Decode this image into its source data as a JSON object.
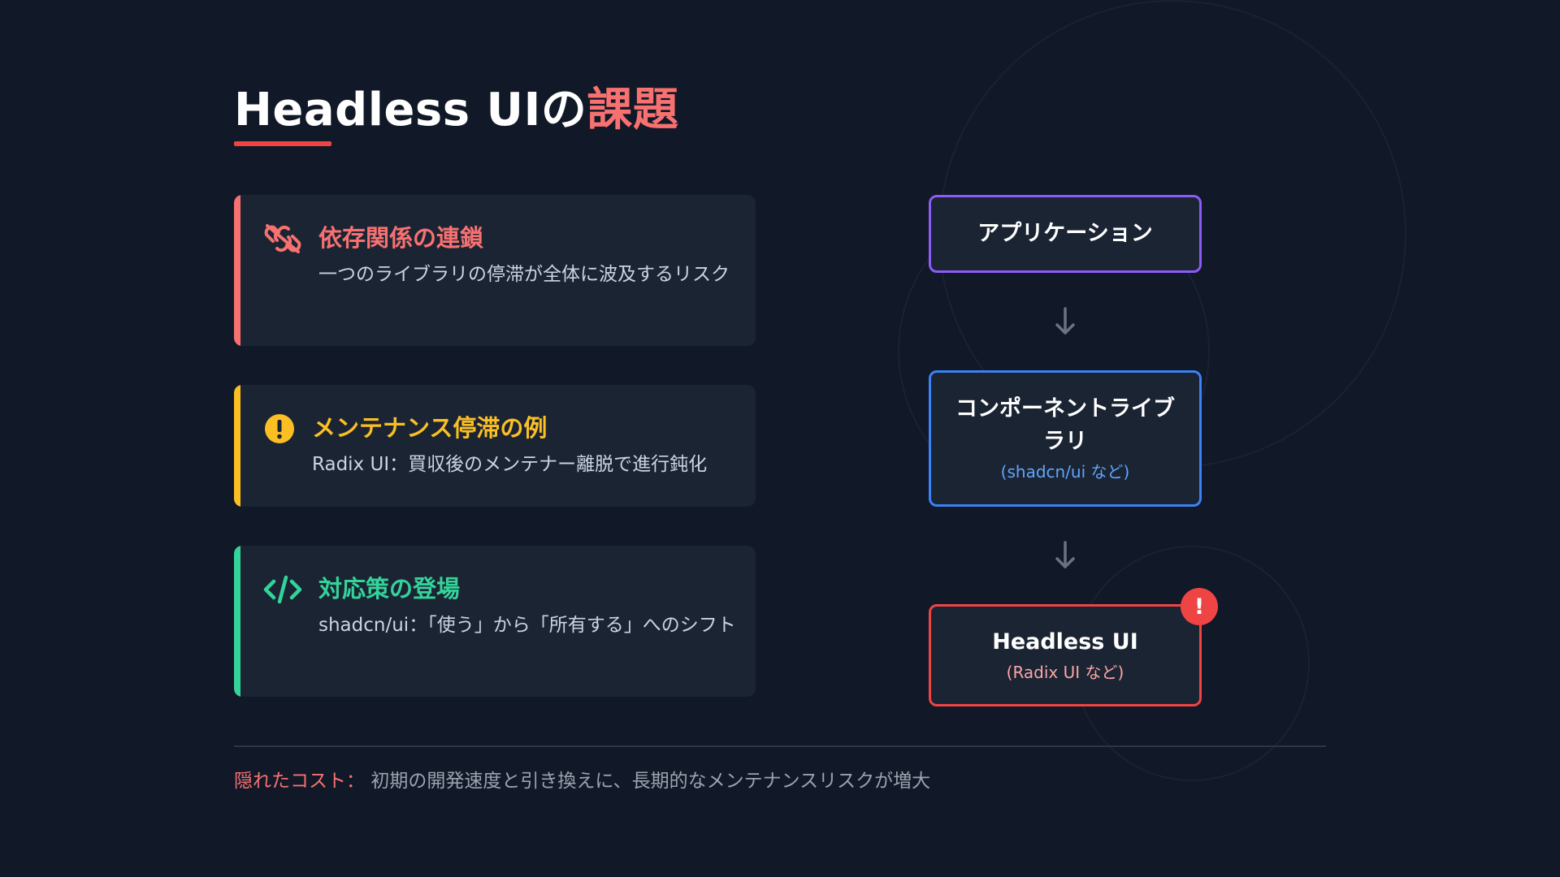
{
  "title": {
    "main": "Headless UIの",
    "accent": "課題"
  },
  "cards": [
    {
      "icon": "broken-link-icon",
      "heading": "依存関係の連鎖",
      "description": "一つのライブラリの停滞が全体に波及するリスク",
      "color": "#f87171"
    },
    {
      "icon": "exclamation-circle-icon",
      "heading": "メンテナンス停滞の例",
      "description": "Radix UI：買収後のメンテナー離脱で進行鈍化",
      "color": "#fbbf24"
    },
    {
      "icon": "code-icon",
      "heading": "対応策の登場",
      "description": "shadcn/ui：「使う」から「所有する」へのシフト",
      "color": "#34d399"
    }
  ],
  "diagram": {
    "nodes": [
      {
        "label": "アプリケーション",
        "sub": "",
        "color": "#8b5cf6"
      },
      {
        "label": "コンポーネントライブラリ",
        "sub": "(shadcn/ui など)",
        "color": "#3b82f6"
      },
      {
        "label": "Headless UI",
        "sub": "(Radix UI など)",
        "color": "#ef4444"
      }
    ],
    "alert_badge": "!"
  },
  "footer": {
    "label": "隠れたコスト：",
    "text": "初期の開発速度と引き換えに、長期的なメンテナンスリスクが増大"
  }
}
